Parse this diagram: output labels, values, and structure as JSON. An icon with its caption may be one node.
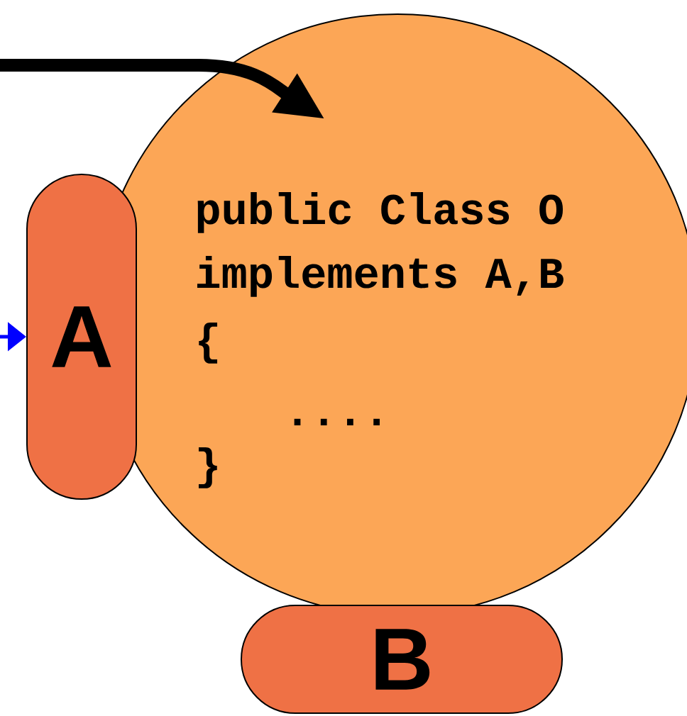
{
  "diagram": {
    "nodes": [
      {
        "text": [
          "public Class O",
          "implements A,B",
          "{",
          "....",
          "}"
        ]
      },
      {
        "text": [
          "A"
        ]
      },
      {
        "text": [
          "B"
        ]
      }
    ],
    "edges": [
      {
        "from": null,
        "to": 0,
        "arrow": "to",
        "style": "thick"
      },
      {
        "from": null,
        "to": 1,
        "arrow": "to",
        "color": "#0000ff"
      }
    ]
  }
}
